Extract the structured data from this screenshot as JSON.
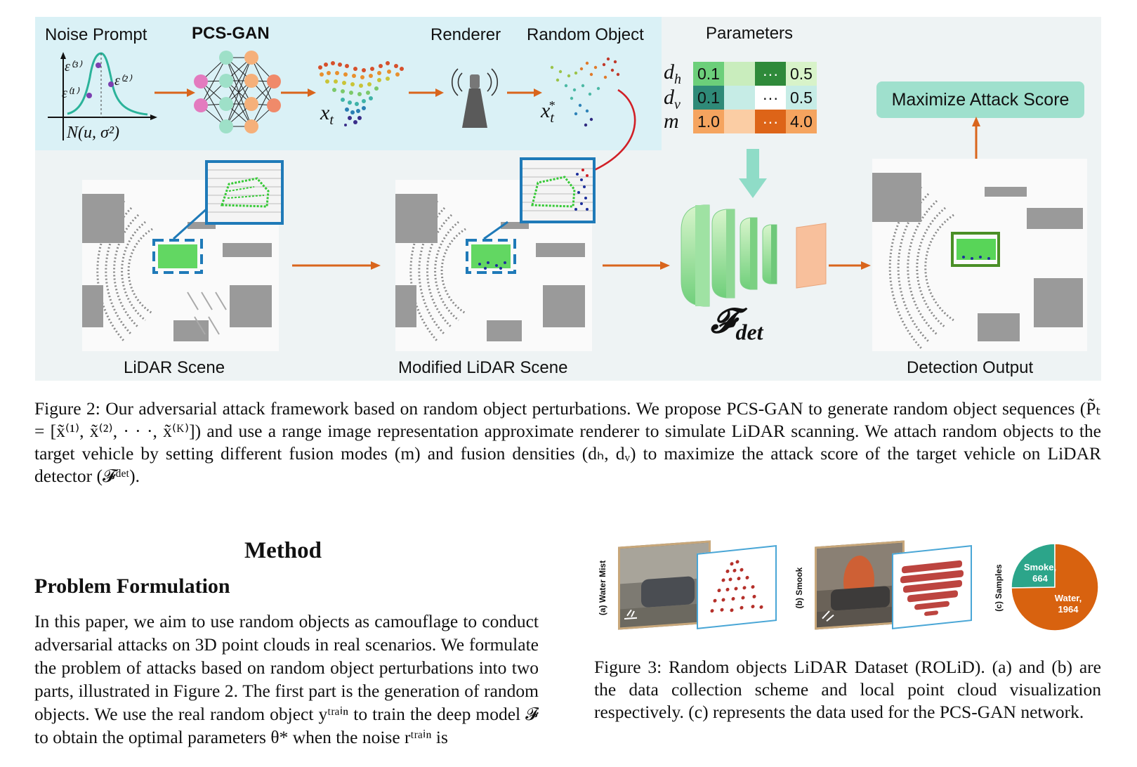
{
  "figure2": {
    "labels": {
      "noise_prompt": "Noise Prompt",
      "pcs_gan": "PCS-GAN",
      "renderer": "Renderer",
      "random_object": "Random Object",
      "parameters": "Parameters",
      "maximize": "Maximize Attack Score",
      "lidar_scene": "LiDAR Scene",
      "modified_scene": "Modified LiDAR Scene",
      "detection_output": "Detection Output",
      "f_det": "𝓕",
      "f_det_sub": "det",
      "xt": "x",
      "xt_sub": "t",
      "xt_star": "x",
      "xt_star_sub": "t",
      "xt_star_sup": "*",
      "normal_dist": "N(u, σ²)",
      "eps1": "ε⁽¹⁾",
      "eps2": "ε⁽²⁾",
      "eps3": "ε⁽³⁾"
    },
    "parameters": {
      "rows": [
        {
          "name": "d",
          "sub": "h",
          "first": "0.1",
          "dots": "···",
          "last": "0.5"
        },
        {
          "name": "d",
          "sub": "v",
          "first": "0.1",
          "dots": "···",
          "last": "0.5"
        },
        {
          "name": "m",
          "sub": "",
          "first": "1.0",
          "dots": "···",
          "last": "4.0"
        }
      ],
      "colors": {
        "green_light": "#6ccf7a",
        "green_pale": "#c9edbd",
        "green_dark": "#2f8a3a",
        "teal_light": "#9fdcd3",
        "teal_pale": "#c6ece6",
        "teal_dark": "#2f8a78",
        "orange_light": "#f5a45f",
        "orange_pale": "#fbcda4",
        "orange_dark": "#dd6418"
      }
    },
    "caption": "Figure 2: Our adversarial attack framework based on random object perturbations. We propose PCS-GAN to generate random object sequences (P̃ₜ = [x̃⁽¹⁾, x̃⁽²⁾, · · ·, x̃⁽ᴷ⁾]) and use a range image representation approximate renderer to simulate LiDAR scanning. We attach random objects to the target vehicle by setting different fusion modes (m) and fusion densities (dₕ, dᵥ) to maximize the attack score of the target vehicle on LiDAR detector (𝓕ᵈᵉᵗ)."
  },
  "method": {
    "heading": "Method",
    "subheading": "Problem Formulation",
    "paragraph": "In this paper, we aim to use random objects as camouflage to conduct adversarial attacks on 3D point clouds in real scenarios. We formulate the problem of attacks based on random object perturbations into two parts, illustrated in Figure 2. The first part is the generation of random objects. We use the real random object yᵗʳᵃⁱⁿ to train the deep model 𝓕 to obtain the optimal parameters θ* when the noise rᵗʳᵃⁱⁿ is"
  },
  "figure3": {
    "panel_labels": [
      "(a) Water Mist",
      "(b) Smook",
      "(c) Samples"
    ],
    "pie": {
      "slices": [
        {
          "label": "Smoke,",
          "value_label": "664",
          "value": 664,
          "color": "#2ca58a"
        },
        {
          "label": "Water,",
          "value_label": "1964",
          "value": 1964,
          "color": "#d8620f"
        }
      ]
    },
    "caption": "Figure 3: Random objects LiDAR Dataset (ROLiD). (a) and (b) are the data collection scheme and local point cloud visualization respectively. (c) represents the data used for the PCS-GAN network."
  },
  "colors": {
    "arrow": "#d9651c",
    "box_blue": "#1f7ab8",
    "box_green": "#4a8f26",
    "maximize_bg": "#9fe0cd"
  }
}
